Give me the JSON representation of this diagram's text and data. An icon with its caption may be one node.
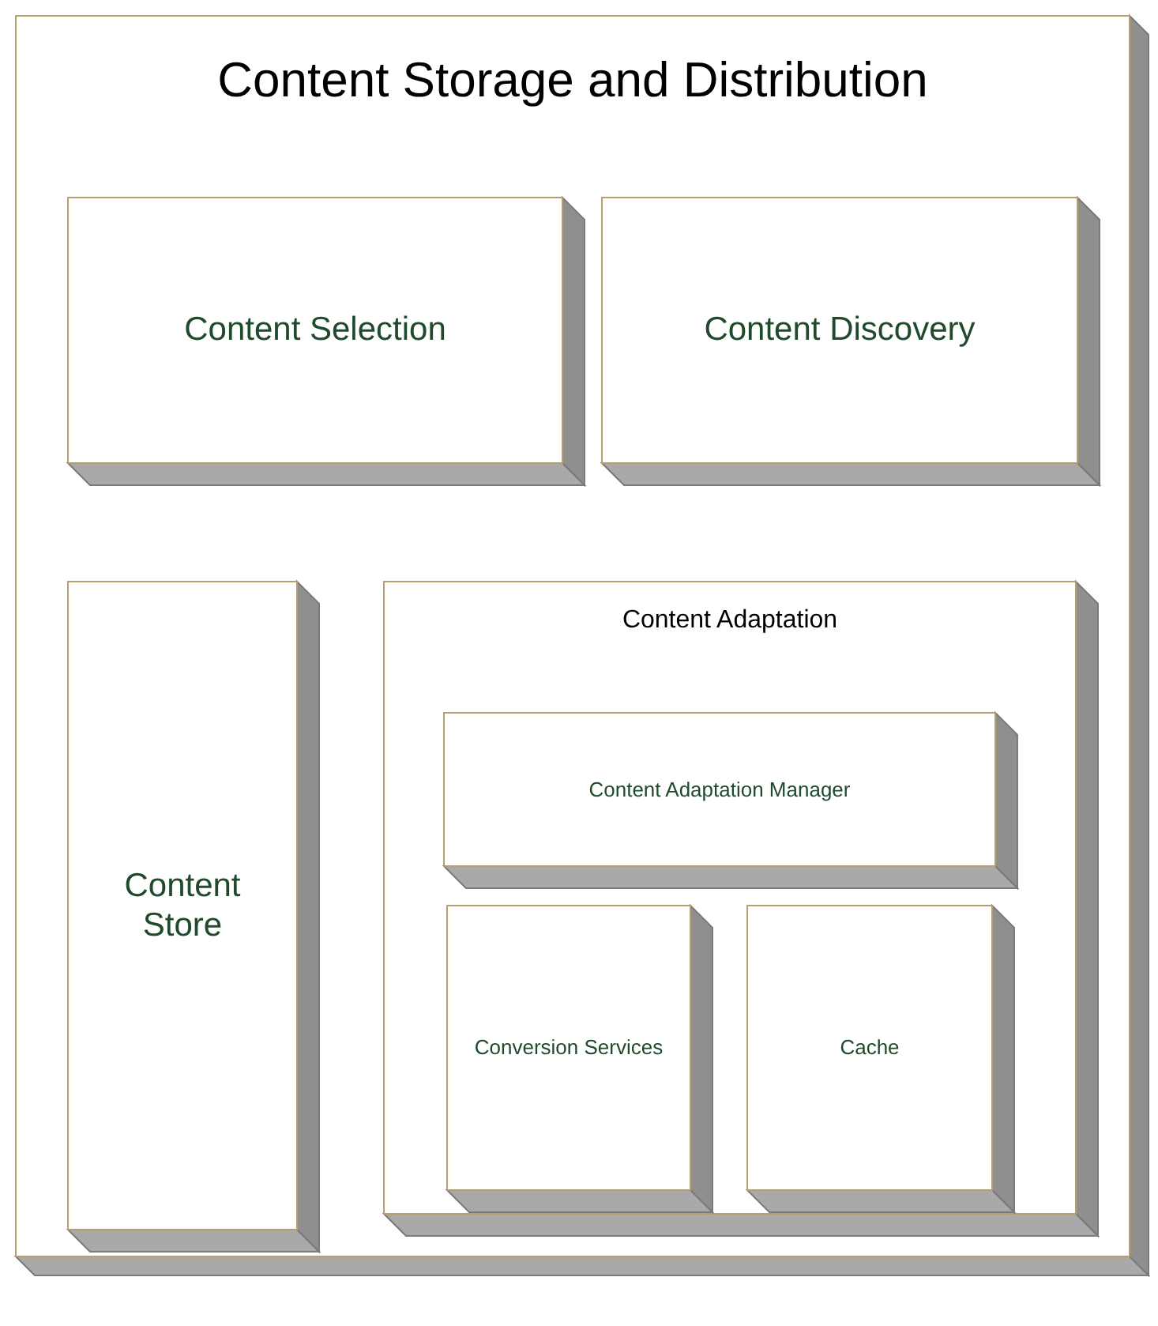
{
  "diagram": {
    "nodes": [
      {
        "text": [
          "Content Storage and Distribution"
        ]
      },
      {
        "text": [
          "Content Selection"
        ],
        "in": 0
      },
      {
        "text": [
          "Content Discovery"
        ],
        "in": 0
      },
      {
        "text": [
          "Content Store"
        ],
        "in": 0
      },
      {
        "text": [
          "Content Adaptation"
        ],
        "in": 0
      },
      {
        "text": [
          "Content Adaptation Manager"
        ],
        "in": 4
      },
      {
        "text": [
          "Conversion Services"
        ],
        "in": 4
      },
      {
        "text": [
          "Cache"
        ],
        "in": 4
      }
    ]
  }
}
